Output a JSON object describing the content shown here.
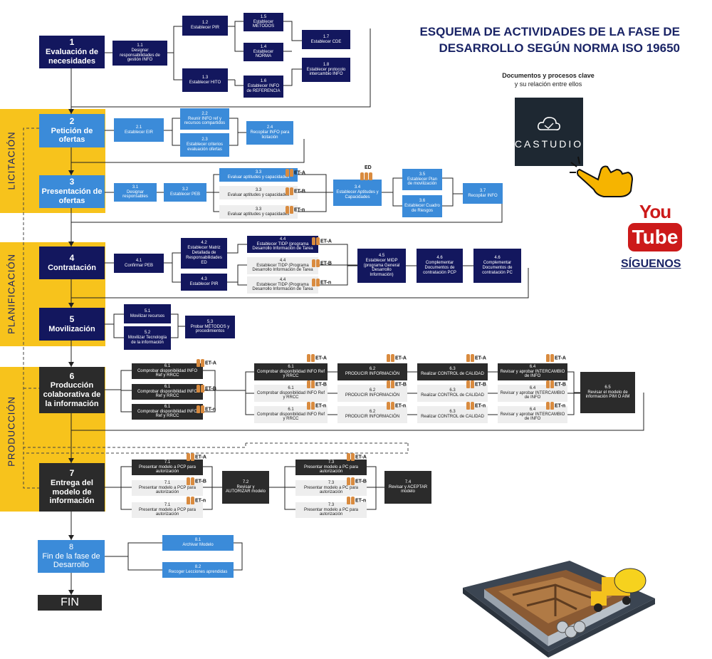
{
  "title": {
    "line1": "ESQUEMA DE ACTIVIDADES DE LA FASE DE",
    "line2": "DESARROLLO SEGÚN NORMA ISO 19650"
  },
  "side": {
    "docs_title": "Documentos y procesos clave",
    "docs_sub": "y su relación entre ellos",
    "logo_text": "CASTUDIO",
    "youtube_you": "You",
    "youtube_tube": "Tube",
    "follow": "SÍGUENOS"
  },
  "phases": {
    "licitacion": "LICITACIÓN",
    "planificacion": "PLANIFICACIÓN",
    "produccion": "PRODUCCIÓN"
  },
  "main": {
    "s1": {
      "num": "1",
      "label": "Evaluación de necesidades"
    },
    "s2": {
      "num": "2",
      "label": "Petición de ofertas"
    },
    "s3": {
      "num": "3",
      "label": "Presentación de ofertas"
    },
    "s4": {
      "num": "4",
      "label": "Contratación"
    },
    "s5": {
      "num": "5",
      "label": "Movilización"
    },
    "s6": {
      "num": "6",
      "label": "Producción colaborativa de la información"
    },
    "s7": {
      "num": "7",
      "label": "Entrega del modelo de información"
    },
    "s8": {
      "num": "8",
      "label": "Fin de la fase de Desarrollo"
    },
    "fin": "FIN"
  },
  "sub": {
    "a1_1": {
      "num": "1.1",
      "label": "Designar responsabilidades de gestión INFO"
    },
    "a1_2": {
      "num": "1.2",
      "label": "Establecer PIR"
    },
    "a1_3": {
      "num": "1.3",
      "label": "Establecer HITO"
    },
    "a1_5": {
      "num": "1.5",
      "label": "Establecer MÉTODOS"
    },
    "a1_4": {
      "num": "1.4",
      "label": "Establecer NORMA"
    },
    "a1_6": {
      "num": "1.6",
      "label": "Establecer INFO de REFERENCIA"
    },
    "a1_7": {
      "num": "1.7",
      "label": "Establecer CDE"
    },
    "a1_8": {
      "num": "1.8",
      "label": "Establecer protocolo intercambio INFO"
    },
    "a2_1": {
      "num": "2.1",
      "label": "Establecer EIR"
    },
    "a2_2": {
      "num": "2.2",
      "label": "Reunir INFO ref y recursos compartidos"
    },
    "a2_3": {
      "num": "2.3",
      "label": "Establecer criterios evaluación ofertas"
    },
    "a2_4": {
      "num": "2.4",
      "label": "Recopilar INFO para licitación"
    },
    "a3_1": {
      "num": "3.1",
      "label": "Designar responsables"
    },
    "a3_2": {
      "num": "3.2",
      "label": "Establecer PEB"
    },
    "a3_3a": {
      "num": "3.3",
      "label": "Evaluar aptitudes y capacidades"
    },
    "a3_3b": {
      "num": "3.3",
      "label": "Evaluar aptitudes y capacidades"
    },
    "a3_3c": {
      "num": "3.3",
      "label": "Evaluar aptitudes y capacidades"
    },
    "a3_4": {
      "num": "3.4",
      "label": "Establecer Aptitudes y Capacidades"
    },
    "a3_5": {
      "num": "3.5",
      "label": "Establecer Plan de movilización"
    },
    "a3_6": {
      "num": "3.6",
      "label": "Establecer Cuadro de Riesgos"
    },
    "a3_7": {
      "num": "3.7",
      "label": "Recopilar INFO"
    },
    "a4_1": {
      "num": "4.1",
      "label": "Confirmar PEB"
    },
    "a4_2": {
      "num": "4.2",
      "label": "Establecer Matriz Detallada de Responsabilidades ED"
    },
    "a4_3": {
      "num": "4.3",
      "label": "Establecer PIR"
    },
    "a4_4a": {
      "num": "4.4",
      "label": "Establecer TIDP (programa Desarrollo Información de Tarea"
    },
    "a4_4b": {
      "num": "4.4",
      "label": "Establecer TIDP (Programa Desarrollo Información de Tarea"
    },
    "a4_4c": {
      "num": "4.4",
      "label": "Establecer TIDP (Programa Desarrollo Información de Tarea"
    },
    "a4_5": {
      "num": "4.5",
      "label": "Establecer MIDP (programa General Desarrollo Información)"
    },
    "a4_6a": {
      "num": "4.6",
      "label": "Complementar Documentos de contratación PCP"
    },
    "a4_6b": {
      "num": "4.6",
      "label": "Complementar Documentos de contratación PC"
    },
    "a5_1": {
      "num": "5.1",
      "label": "Movilizar recursos"
    },
    "a5_2": {
      "num": "5.2",
      "label": "Movilizar Tecnología de la información"
    },
    "a5_3": {
      "num": "5.3",
      "label": "Probar MÉTODOS y procedimientos"
    },
    "a6_1a": {
      "num": "6.1",
      "label": "Comprobar disponibilidad INFO Ref y RRCC"
    },
    "a6_1b": {
      "num": "6.1",
      "label": "Comprobar disponibilidad INFO Ref y RRCC"
    },
    "a6_1c": {
      "num": "6.1",
      "label": "Comprobar disponibilidad INFO Ref y RRCC"
    },
    "a6_1d": {
      "num": "6.1",
      "label": "Comprobar disponibilidad INFO Ref y RRCC"
    },
    "a6_1e": {
      "num": "6.1",
      "label": "Comprobar disponibilidad INFO Ref y RRCC"
    },
    "a6_1f": {
      "num": "6.1",
      "label": "Comprobar disponibilidad INFO Ref y RRCC"
    },
    "a6_2a": {
      "num": "6.2",
      "label": "PRODUCIR INFORMACIÓN"
    },
    "a6_2b": {
      "num": "6.2",
      "label": "PRODUCIR INFORMACIÓN"
    },
    "a6_2c": {
      "num": "6.2",
      "label": "PRODUCIR INFORMACIÓN"
    },
    "a6_3a": {
      "num": "6.3",
      "label": "Realizar CONTROL de CALIDAD"
    },
    "a6_3b": {
      "num": "6.3",
      "label": "Realizar CONTROL de CALIDAD"
    },
    "a6_3c": {
      "num": "6.3",
      "label": "Realizar CONTROL de CALIDAD"
    },
    "a6_4a": {
      "num": "6.4",
      "label": "Revisar y aprobar INTERCAMBIO de INFO"
    },
    "a6_4b": {
      "num": "6.4",
      "label": "Revisar y aprobar INTERCAMBIO de INFO"
    },
    "a6_4c": {
      "num": "6.4",
      "label": "Revisar y aprobar INTERCAMBIO de INFO"
    },
    "a6_5": {
      "num": "6.5",
      "label": "Revisar el modelo de información PIM O AIM"
    },
    "a7_1a": {
      "num": "7.1",
      "label": "Presentar modelo a PCP para autorización"
    },
    "a7_1b": {
      "num": "7.1",
      "label": "Presentar modelo a PCP para autorización"
    },
    "a7_1c": {
      "num": "7.1",
      "label": "Presentar modelo a PCP para autorización"
    },
    "a7_2": {
      "num": "7.2",
      "label": "Revisar y AUTORIZAR modelo"
    },
    "a7_3a": {
      "num": "7.3",
      "label": "Presentar modelo a PC para autorización"
    },
    "a7_3b": {
      "num": "7.3",
      "label": "Presentar modelo a PC para autorización"
    },
    "a7_3c": {
      "num": "7.3",
      "label": "Presentar modelo a PC para autorización"
    },
    "a7_4": {
      "num": "7.4",
      "label": "Revisar y ACEPTAR modelo"
    },
    "a8_1": {
      "num": "8.1",
      "label": "Archivar Modelo"
    },
    "a8_2": {
      "num": "8.2",
      "label": "Recoger Lecciones aprendidas"
    }
  },
  "tags": {
    "eta": "ET-A",
    "etb": "ET-B",
    "etn": "ET-n",
    "ed": "ED"
  },
  "colors": {
    "navy": "#13175e",
    "blue": "#3b8bd9",
    "dark": "#2b2b2b",
    "light": "#eeeeee",
    "phase": "#f7c31c",
    "youtube": "#cc1a1a"
  }
}
